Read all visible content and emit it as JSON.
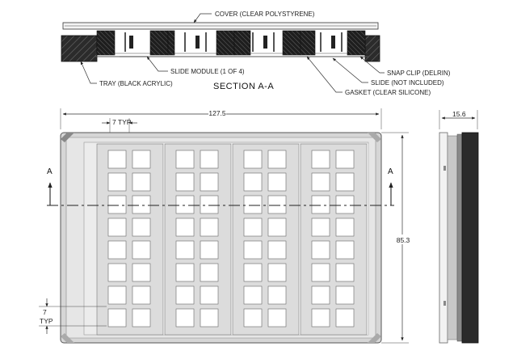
{
  "section_view": {
    "title": "SECTION A-A",
    "callouts": {
      "cover": "COVER (CLEAR POLYSTYRENE)",
      "slide_module": "SLIDE MODULE (1 OF 4)",
      "tray": "TRAY (BLACK ACRYLIC)",
      "snap_clip": "SNAP CLIP (DELRIN)",
      "slide": "SLIDE (NOT INCLUDED)",
      "gasket": "GASKET (CLEAR SILICONE)"
    }
  },
  "plan_view": {
    "width_dim": "127.5",
    "height_dim": "85.3",
    "well_width_dim": "7 TYP",
    "well_height_dim": "7",
    "well_height_note": "TYP",
    "section_marker_left": "A",
    "section_marker_right": "A",
    "modules": 4,
    "well_columns_per_module": 2,
    "well_rows": 8
  },
  "side_view": {
    "thickness_dim": "15.6"
  }
}
